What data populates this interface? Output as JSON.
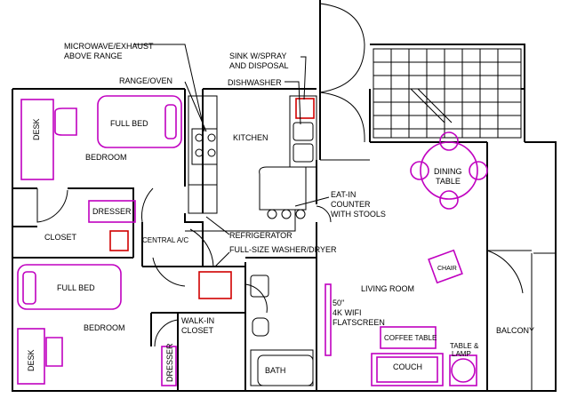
{
  "labels": {
    "microwave": "MICROWAVE/EXHAUST",
    "microwave2": "ABOVE RANGE",
    "range": "RANGE/OVEN",
    "sink": "SINK W/SPRAY",
    "sink2": "AND DISPOSAL",
    "dishwasher": "DISHWASHER",
    "kitchen": "KITCHEN",
    "eatin1": "EAT-IN",
    "eatin2": "COUNTER",
    "eatin3": "WITH STOOLS",
    "refrigerator": "REFRIGERATOR",
    "washer": "FULL-SIZE WASHER/DRYER",
    "central_ac": "CENTRAL A/C",
    "closet": "CLOSET",
    "dresser_top": "DRESSER",
    "desk_top": "DESK",
    "full_bed_top": "FULL BED",
    "bedroom_top": "BEDROOM",
    "full_bed_bottom": "FULL BED",
    "bedroom_bottom": "BEDROOM",
    "desk_bottom": "DESK",
    "dresser_bottom": "DRESSER",
    "walkin1": "WALK-IN",
    "walkin2": "CLOSET",
    "bath": "BATH",
    "living_room": "LIVING ROOM",
    "tv1": "50\"",
    "tv2": "4K WIFI",
    "tv3": "FLATSCREEN",
    "coffee_table": "COFFEE TABLE",
    "couch": "COUCH",
    "table_lamp1": "TABLE &",
    "table_lamp2": "LAMP",
    "chair": "CHAIR",
    "dining1": "DINING",
    "dining2": "TABLE",
    "balcony": "BALCONY"
  },
  "colors": {
    "walls": "#000000",
    "furniture": "#c000c0",
    "appliance": "#d00000",
    "background": "#ffffff"
  }
}
